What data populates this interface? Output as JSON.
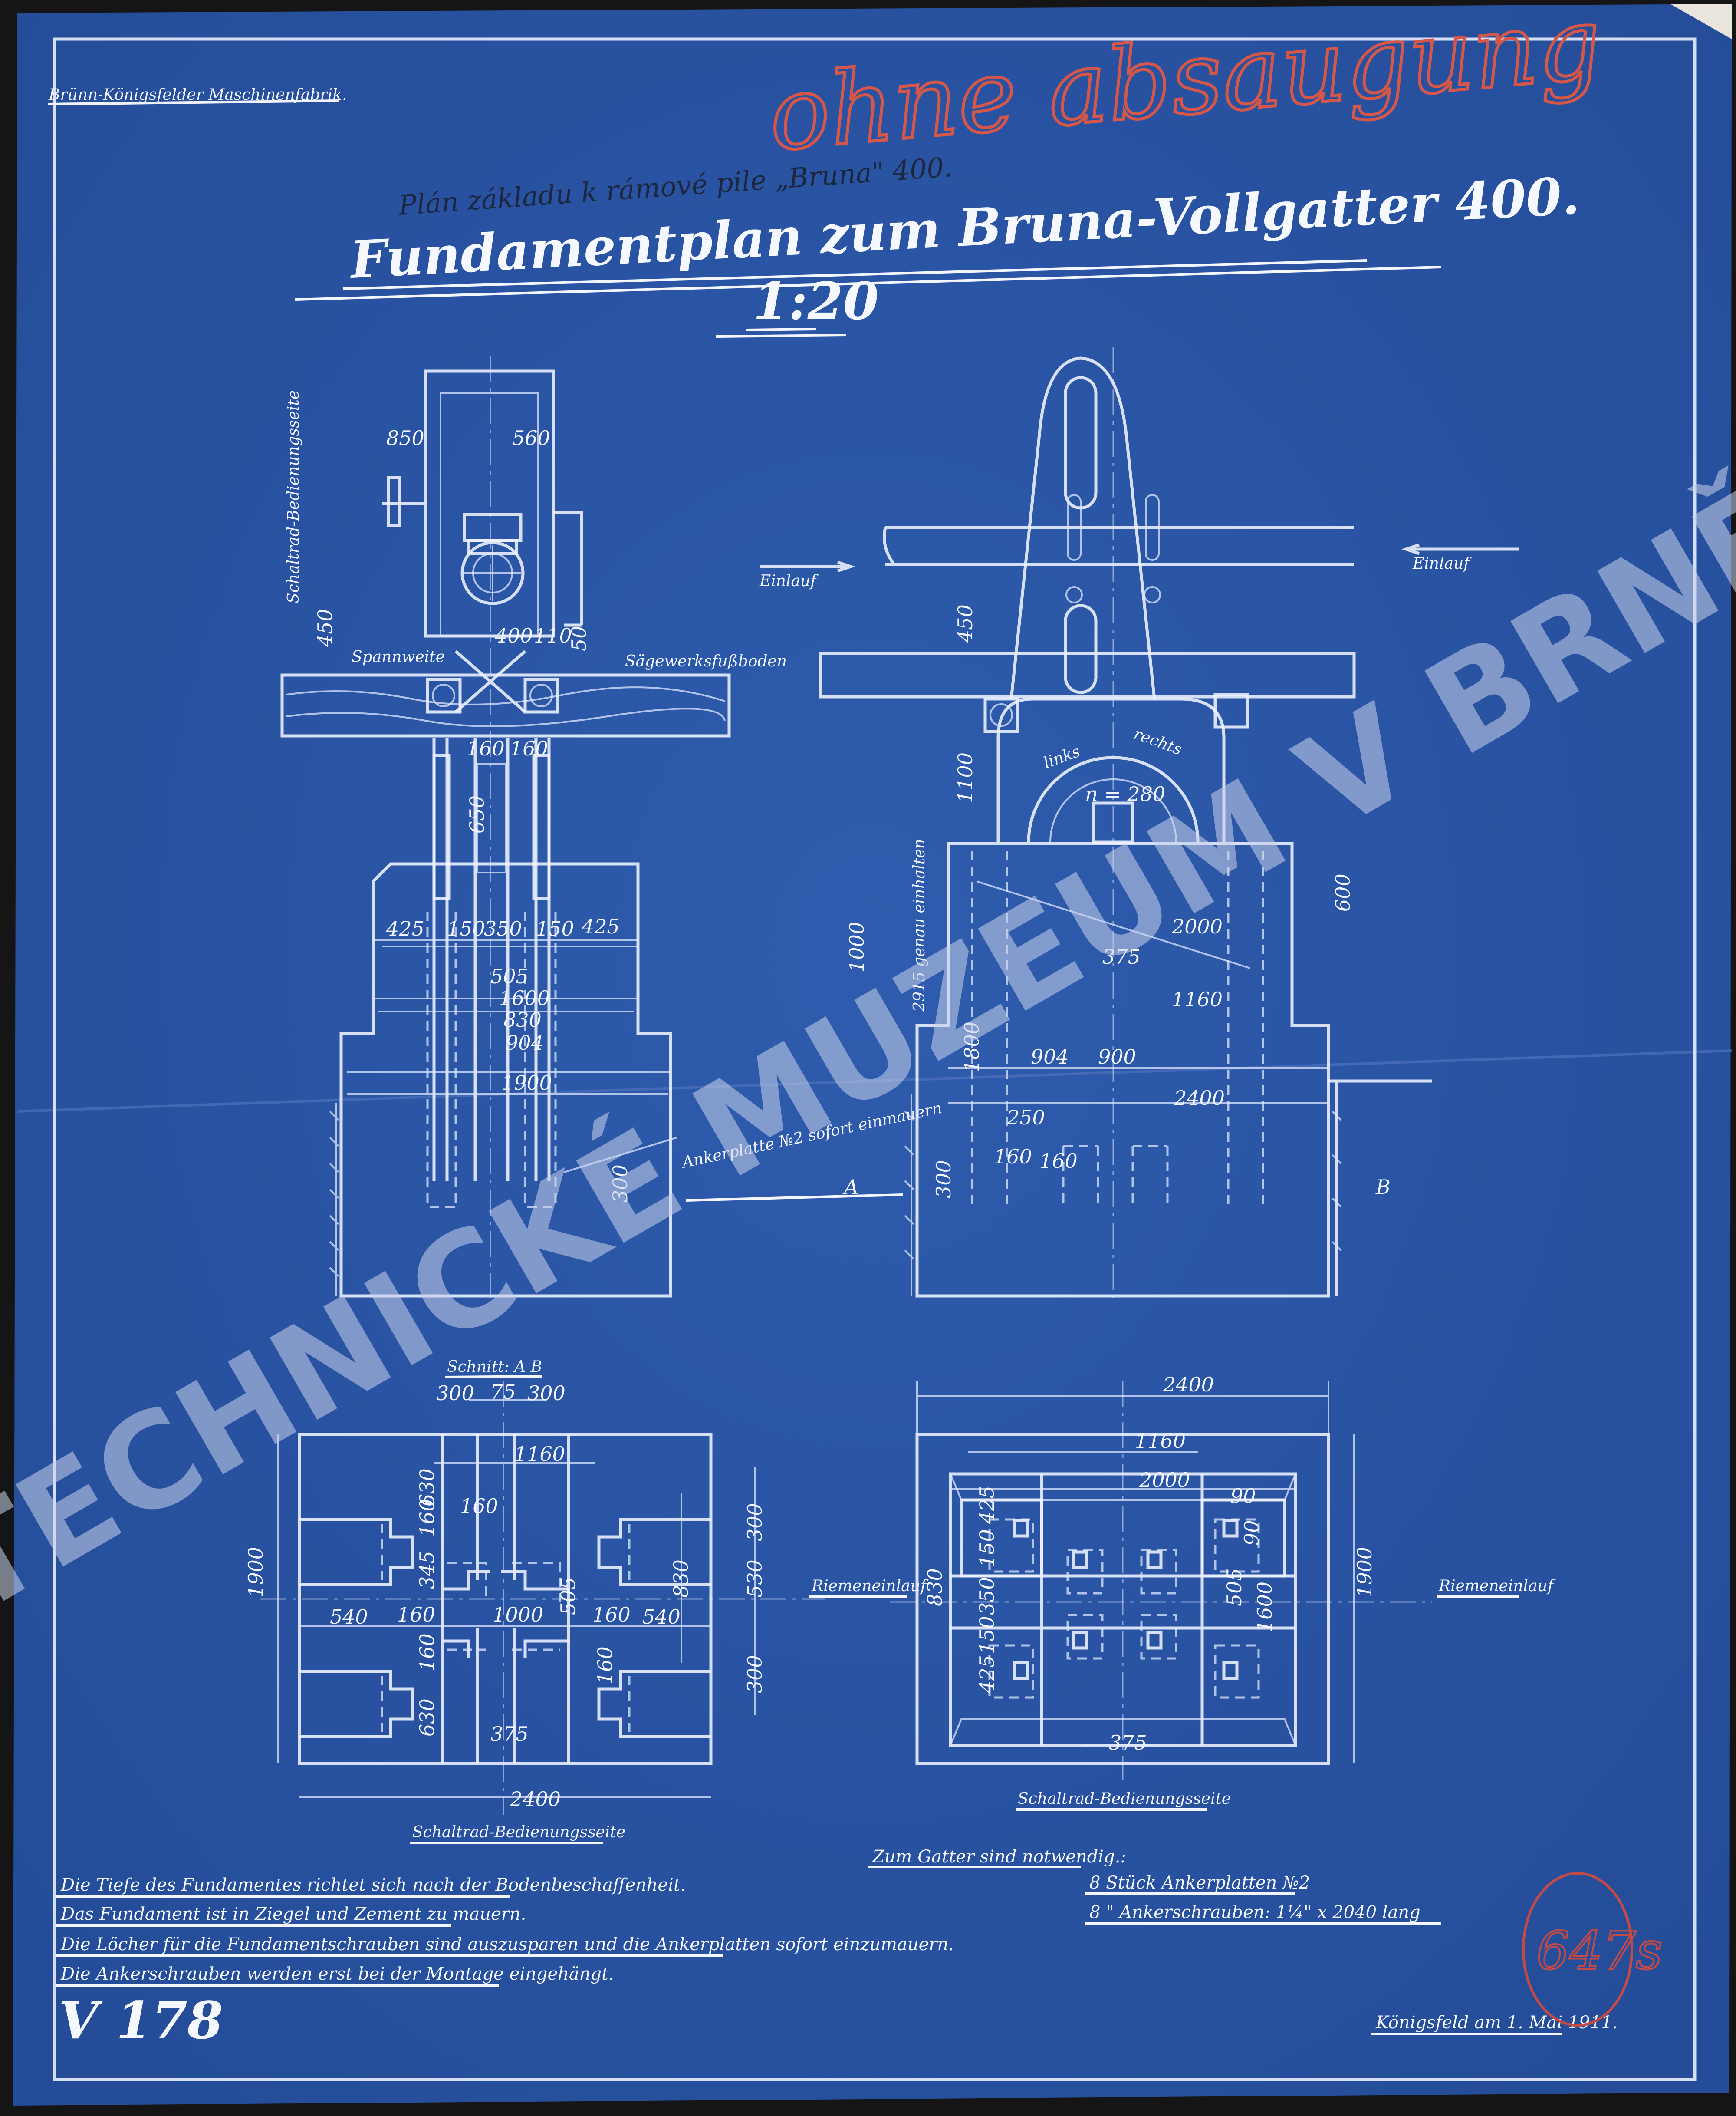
{
  "header": {
    "company": "Brünn-Königsfelder Maschinenfabrik.",
    "red_annotation": "ohne absaugung",
    "czech_title": "Plán základu k rámové pile „Bruna\" 400.",
    "title": "Fundamentplan zum Bruna-Vollgatter 400.",
    "scale": "1:20"
  },
  "left_elevation": {
    "labels": [
      "850",
      "560",
      "Schaltrad-Bedienungsseite",
      "450",
      "Spannweite",
      "Sägewerksfußboden",
      "160",
      "160",
      "650",
      "425",
      "150",
      "350",
      "150",
      "425",
      "505",
      "1600",
      "830",
      "904",
      "1900",
      "Ankerplatte №2 sofort einmauern",
      "300",
      "A",
      "400",
      "110",
      "50"
    ]
  },
  "right_elevation": {
    "labels": [
      "Einlauf",
      "Einlauf",
      "450",
      "1100",
      "links",
      "rechts",
      "n = 280",
      "1000",
      "2915 genau einhalten",
      "600",
      "2000",
      "375",
      "1160",
      "1800",
      "904",
      "900",
      "2400",
      "250",
      "160",
      "160",
      "300",
      "B"
    ]
  },
  "plan_left": {
    "labels": [
      "Schnitt: A B",
      "300",
      "75",
      "300",
      "1160",
      "630",
      "160",
      "1900",
      "540",
      "160",
      "1000",
      "160",
      "540",
      "830",
      "530",
      "300",
      "300",
      "630",
      "375",
      "2400",
      "Schaltrad-Bedienungsseite",
      "345",
      "160",
      "160",
      "505",
      "160"
    ]
  },
  "plan_right": {
    "labels": [
      "2400",
      "1160",
      "2000",
      "90",
      "90",
      "1900",
      "Riemeneinlauf",
      "375",
      "Schaltrad-Bedienungsseite",
      "830",
      "350",
      "150",
      "150",
      "425",
      "425",
      "505",
      "1600",
      "Riemeneinlauf"
    ]
  },
  "notes": [
    "Die Tiefe des Fundamentes richtet sich nach der Bodenbeschaffenheit.",
    "Das Fundament ist in Ziegel und Zement zu mauern.",
    "Die Löcher für die Fundamentschrauben sind auszusparen und die Ankerplatten sofort einzumauern.",
    "Die Ankerschrauben werden erst bei der Montage eingehängt."
  ],
  "requirements": {
    "heading": "Zum Gatter sind notwendig.:",
    "item1": "8 Stück Ankerplatten №2",
    "item2": "8  \"  Ankerschrauben:  1¼\" x 2040 lang"
  },
  "drawing_number": "V 178",
  "date_place": "Königsfeld am 1. Mai 1911.",
  "stamp": "647s",
  "watermark": "TECHNICKÉ MUZEUM V BRNĚ",
  "colors": {
    "paper": "#2b56a6",
    "lines": "#eef2ff",
    "red_pencil": "#d4574a"
  }
}
